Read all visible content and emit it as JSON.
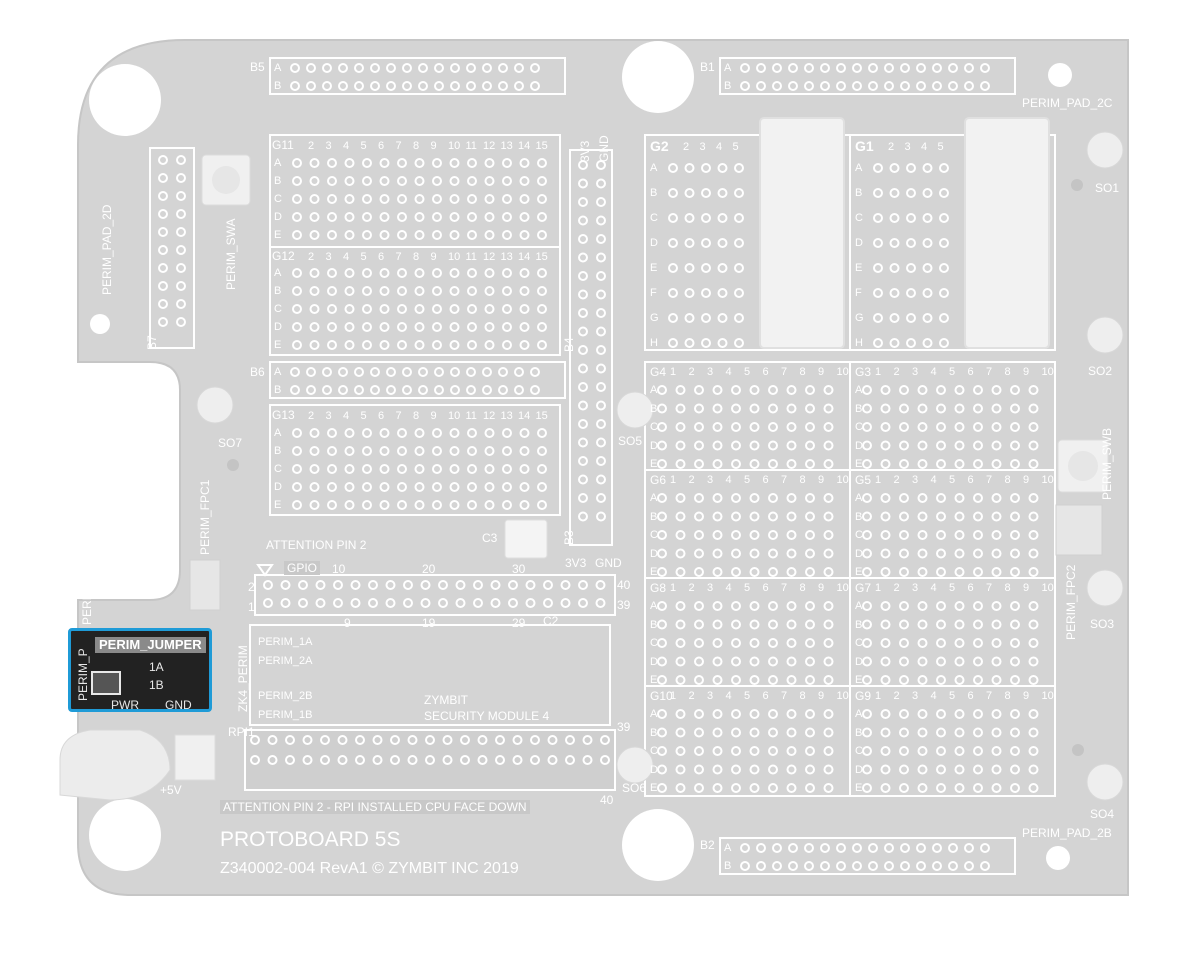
{
  "board": {
    "title": "PROTOBOARD 5S",
    "revision": "Z340002-004 RevA1  © ZYMBIT INC 2019",
    "accent_color": "#1f9bd7",
    "board_color": "#d4d4d4"
  },
  "headers": {
    "b5": "B5",
    "b1": "B1",
    "b2": "B2",
    "b6": "B6",
    "b7": "B7",
    "b4": "B4",
    "b3": "B3",
    "row_a": "A",
    "row_b": "B"
  },
  "grids": {
    "g11": "G11",
    "g12": "G12",
    "g13": "G13",
    "g1": "G1",
    "g2": "G2",
    "g3": "G3",
    "g4": "G4",
    "g5": "G5",
    "g6": "G6",
    "g7": "G7",
    "g8": "G8",
    "g9": "G9",
    "g10": "G10",
    "cols15": [
      "2",
      "3",
      "4",
      "5",
      "6",
      "7",
      "8",
      "9",
      "10",
      "11",
      "12",
      "13",
      "14",
      "15"
    ],
    "cols10": [
      "1",
      "2",
      "3",
      "4",
      "5",
      "6",
      "7",
      "8",
      "9",
      "10"
    ],
    "cols5": [
      "2",
      "3",
      "4",
      "5"
    ],
    "rows5": [
      "A",
      "B",
      "C",
      "D",
      "E"
    ],
    "rows8": [
      "A",
      "B",
      "C",
      "D",
      "E",
      "F",
      "G",
      "H"
    ]
  },
  "labels": {
    "perim_pad_2d": "PERIM_PAD_2D",
    "perim_pad_2c": "PERIM_PAD_2C",
    "perim_pad_2b": "PERIM_PAD_2B",
    "perim_pad_2a": "PERIM_PAD_2A",
    "perim_swa": "PERIM_SWA",
    "perim_swb": "PERIM_SWB",
    "perim_fpc1": "PERIM_FPC1",
    "perim_fpc2": "PERIM_FPC2",
    "so1": "SO1",
    "so2": "SO2",
    "so3": "SO3",
    "so4": "SO4",
    "so5": "SO5",
    "so6": "SO6",
    "so7": "SO7",
    "v3v3": "3V3",
    "gnd": "GND",
    "c3": "C3",
    "c2": "C2",
    "attention_pin2": "ATTENTION PIN 2",
    "gpio": "GPIO",
    "gpio_10": "10",
    "gpio_20": "20",
    "gpio_30": "30",
    "gpio_40": "40",
    "gpio_2": "2",
    "gpio_1": "1",
    "gpio_9": "9",
    "gpio_19": "19",
    "gpio_29": "29",
    "gpio_39": "39",
    "zk4_perim": "ZK4_PERIM",
    "perim_1a": "PERIM_1A",
    "perim_2a": "PERIM_2A",
    "perim_2b": "PERIM_2B",
    "perim_1b": "PERIM_1B",
    "zymbit": "ZYMBIT",
    "security_module": "SECURITY MODULE 4",
    "rpi1": "RPI1",
    "plus5v": "+5V",
    "attention_rpi": "ATTENTION PIN 2 - RPI INSTALLED CPU FACE DOWN",
    "pin_39": "39",
    "pin_40": "40"
  },
  "highlight": {
    "perim_jumper": "PERIM_JUMPER",
    "side": "PERIM_P",
    "j1a": "1A",
    "j1b": "1B",
    "pwr": "PWR",
    "gnd": "GND"
  }
}
